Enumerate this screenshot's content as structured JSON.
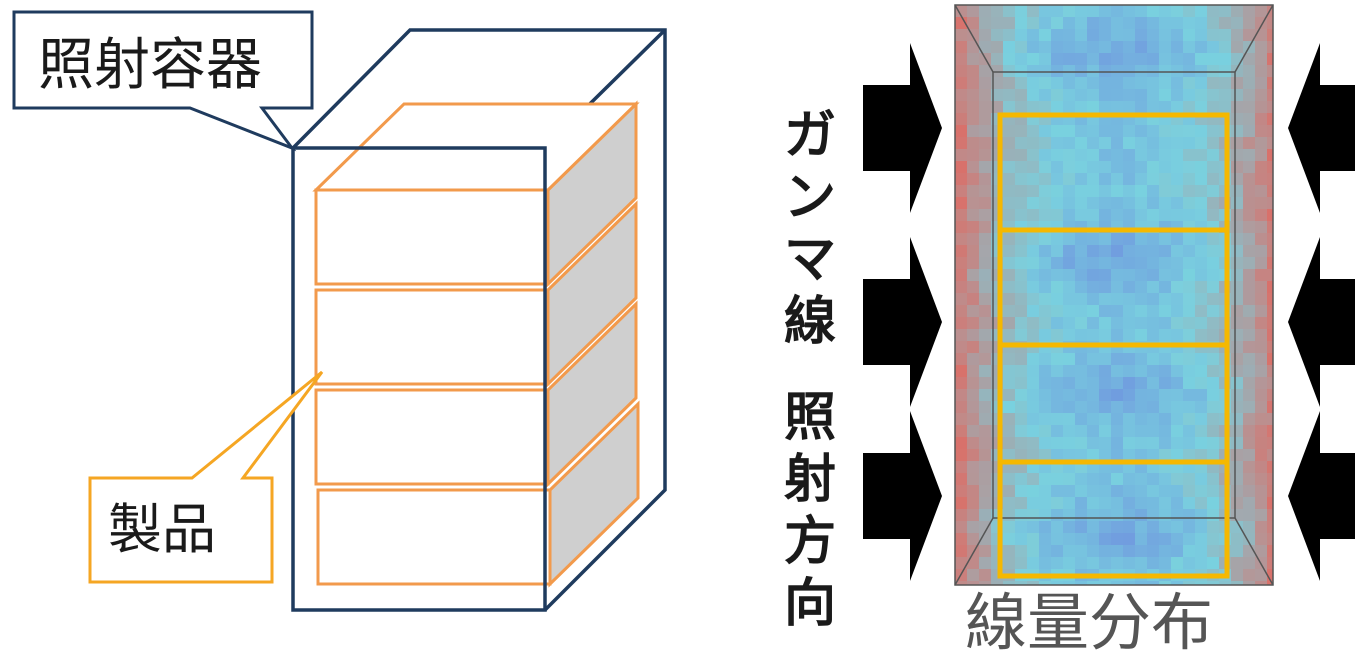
{
  "labels": {
    "container": "照射容器",
    "product": "製品",
    "gamma_direction": [
      "ガ",
      "ン",
      "マ",
      "線",
      "",
      "照",
      "射",
      "方",
      "向"
    ],
    "dose_distribution": "線量分布"
  },
  "colors": {
    "container_outline": "#1f3b5e",
    "product_outline": "#f29a4c",
    "product_side": "#cfcfcf",
    "product_highlight": "#f5b800",
    "arrow": "#000000",
    "heatmap_low": "#4a5bd8",
    "heatmap_mid": "#5cc7d8",
    "heatmap_high": "#d0524a"
  },
  "product_count": 4,
  "arrow_count_per_side": 3,
  "icons": [
    "callout-box",
    "arrow-right-icon",
    "arrow-left-icon"
  ]
}
